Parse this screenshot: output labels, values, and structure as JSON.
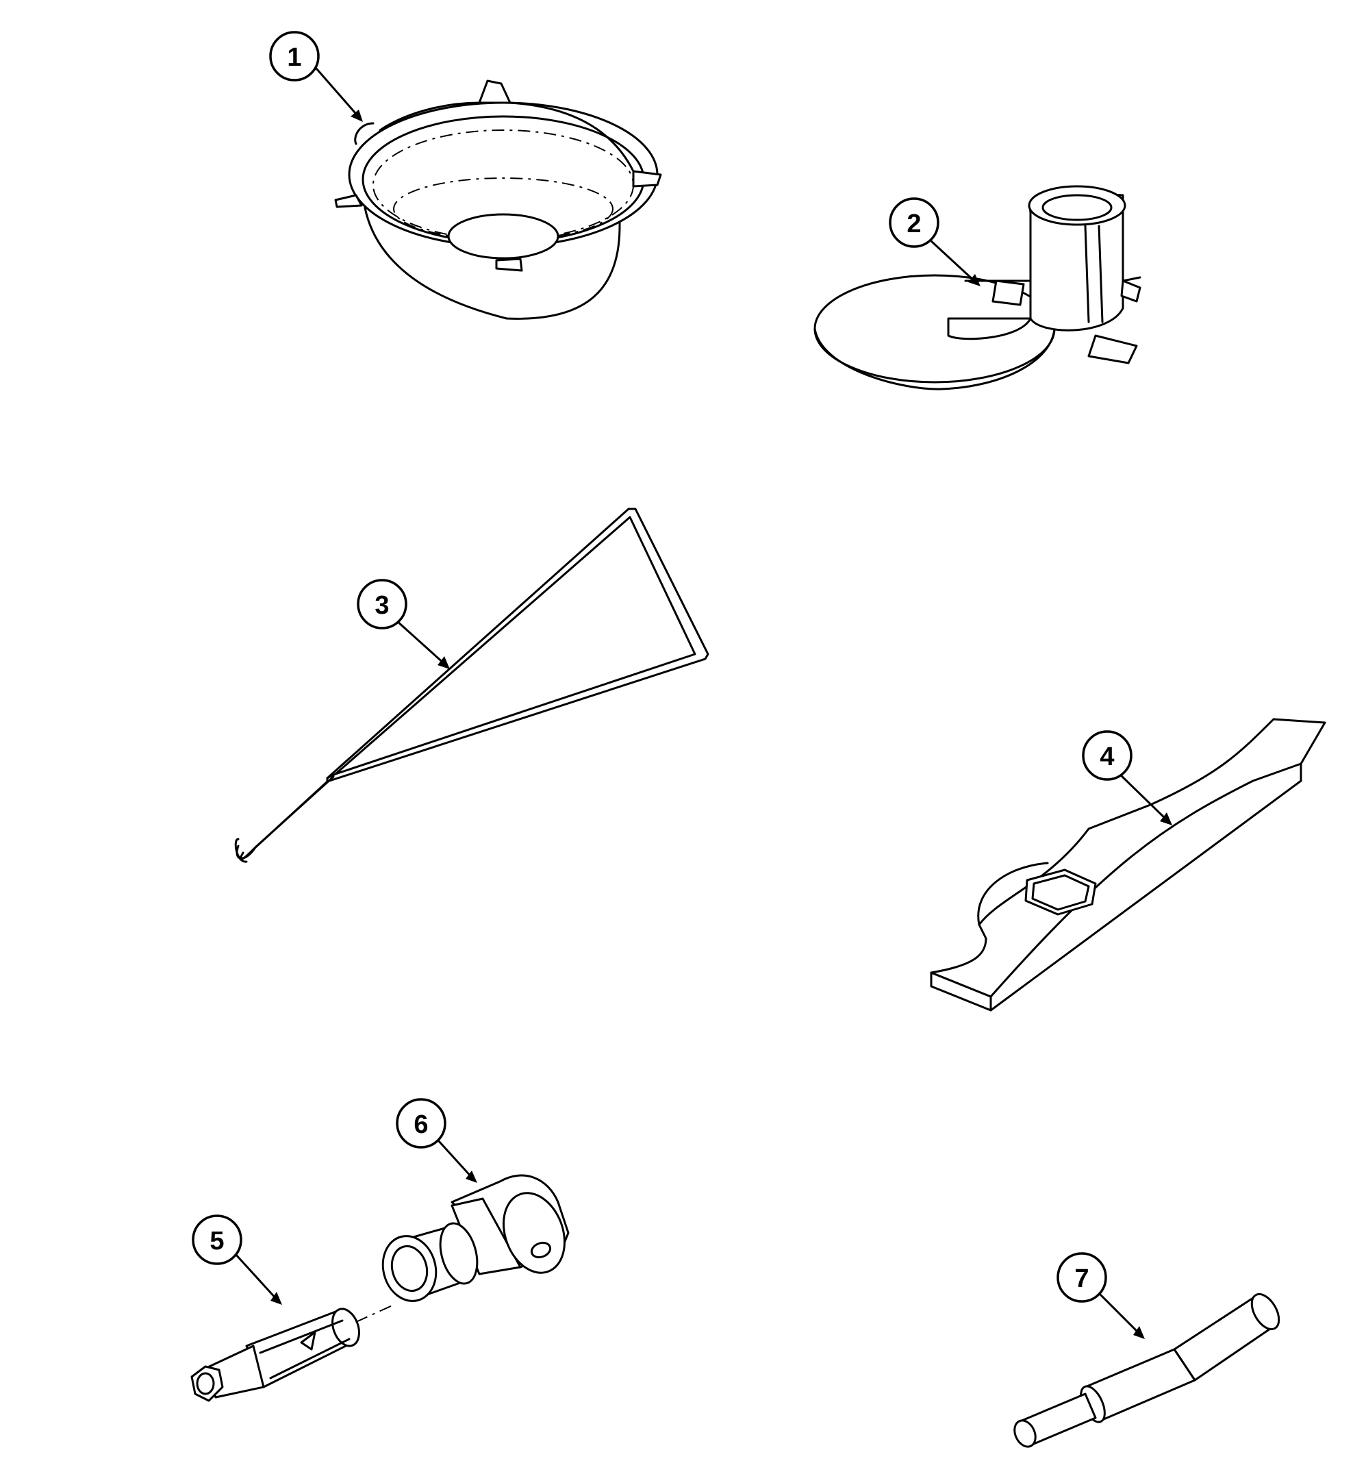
{
  "callouts": {
    "c1": "1",
    "c2": "2",
    "c3": "3",
    "c4": "4",
    "c5": "5",
    "c6": "6",
    "c7": "7"
  },
  "colors": {
    "ink": "#000000",
    "paper": "#ffffff"
  }
}
